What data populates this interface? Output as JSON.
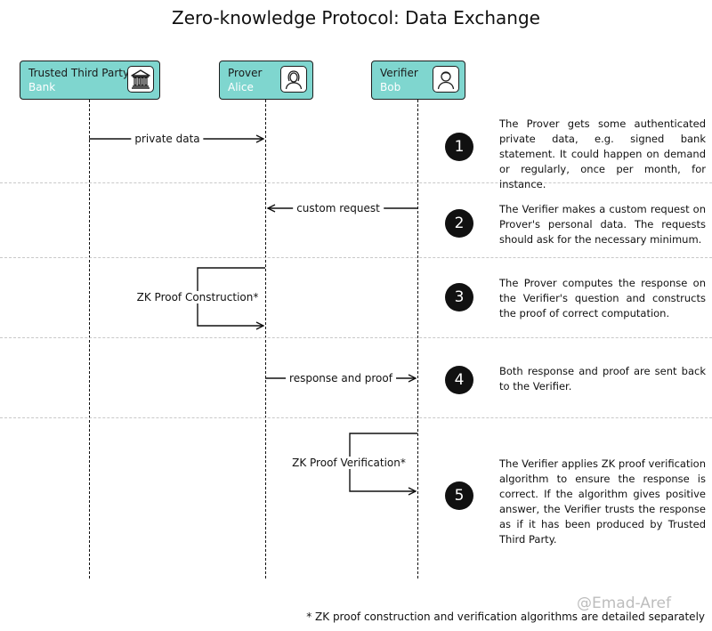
{
  "title": "Zero-knowledge Protocol: Data Exchange",
  "actors": [
    {
      "name": "Trusted Third Party",
      "subtitle": "Bank",
      "icon": "bank-icon"
    },
    {
      "name": "Prover",
      "subtitle": "Alice",
      "icon": "woman-avatar-icon"
    },
    {
      "name": "Verifier",
      "subtitle": "Bob",
      "icon": "man-avatar-icon"
    }
  ],
  "messages": [
    {
      "label": "private data",
      "from": "Trusted Third Party",
      "to": "Prover"
    },
    {
      "label": "custom request",
      "from": "Verifier",
      "to": "Prover"
    },
    {
      "label": "ZK Proof Construction*",
      "from": "Prover",
      "to": "Prover"
    },
    {
      "label": "response and proof",
      "from": "Prover",
      "to": "Verifier"
    },
    {
      "label": "ZK Proof Verification*",
      "from": "Verifier",
      "to": "Verifier"
    }
  ],
  "steps": [
    {
      "number": "1",
      "text": "The Prover gets some authenticated private data, e.g. signed bank statement. It could happen on demand or regularly, once per month, for instance."
    },
    {
      "number": "2",
      "text": "The Verifier makes a custom request on Prover's personal data. The requests should ask for the necessary minimum."
    },
    {
      "number": "3",
      "text": "The Prover computes the response on the Verifier's question and constructs the proof of correct computation."
    },
    {
      "number": "4",
      "text": "Both response and proof are sent back to the Verifier."
    },
    {
      "number": "5",
      "text": "The Verifier applies ZK proof verification algorithm to ensure the response is correct. If the algorithm gives positive answer, the Verifier trusts the response as if it has been produced by Trusted Third Party."
    }
  ],
  "footnote": "* ZK proof construction and verification algorithms are detailed separately",
  "watermark": "@Emad-Aref",
  "colors": {
    "actor_fill": "#7fd6cf",
    "actor_subtitle": "#ffffff",
    "separator": "#c8c8c8",
    "line": "#111111"
  }
}
